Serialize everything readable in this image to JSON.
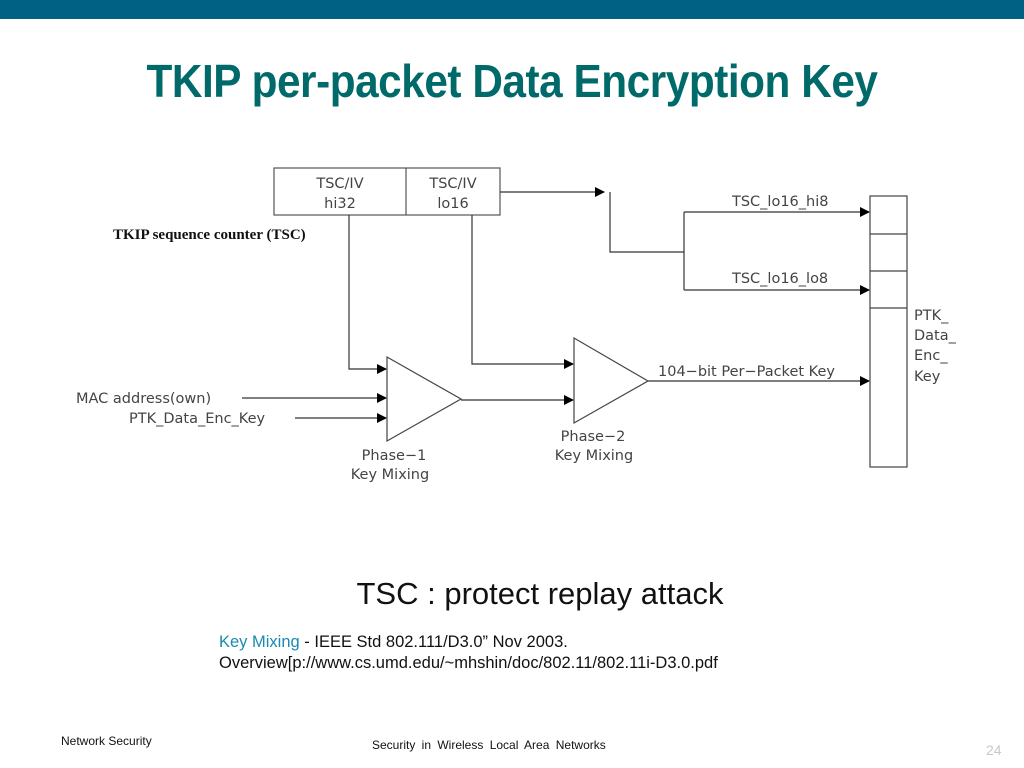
{
  "slide": {
    "title": "TKIP per-packet Data Encryption Key",
    "subtitle": "TSC : protect replay attack",
    "reference": {
      "link_text": "Key Mixing",
      "line1_rest": " - IEEE Std 802.111/D3.0” Nov 2003.",
      "line2": "Overview[p://www.cs.umd.edu/~mhshin/doc/802.11/802.11i-D3.0.pdf"
    },
    "footer": {
      "left": "Network Security",
      "center": "Security  in  Wireless  Local  Area Networks",
      "page_number": "24"
    },
    "colors": {
      "top_bar": "#006185",
      "title": "#006a6a",
      "link": "#1a8ab0"
    }
  },
  "diagram": {
    "tsc_box": {
      "hi32_line1": "TSC/IV",
      "hi32_line2": "hi32",
      "lo16_line1": "TSC/IV",
      "lo16_line2": "lo16"
    },
    "tsc_label": "TKIP sequence counter (TSC)",
    "inputs": {
      "mac": "MAC address(own)",
      "ptk": "PTK_Data_Enc_Key"
    },
    "phase1": {
      "line1": "Phase−1",
      "line2": "Key  Mixing"
    },
    "phase2": {
      "line1": "Phase−2",
      "line2": "Key  Mixing"
    },
    "outputs": {
      "hi8": "TSC_lo16_hi8",
      "lo8": "TSC_lo16_lo8",
      "per_packet": "104−bit Per−Packet Key"
    },
    "ptk_block": {
      "line1": "PTK_",
      "line2": "Data_",
      "line3": "Enc_",
      "line4": "Key"
    }
  }
}
